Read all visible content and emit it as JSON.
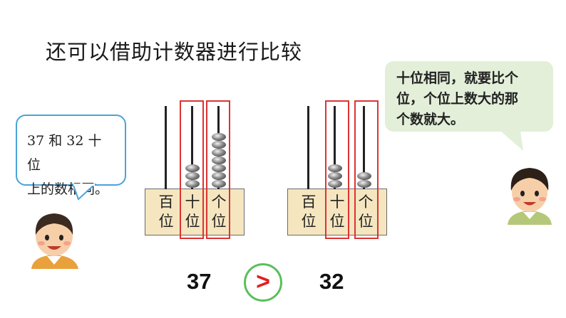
{
  "title": "还可以借助计数器进行比较",
  "bubble_left": {
    "line1": "37 和 32 十位",
    "line2": "上的数相同。"
  },
  "bubble_right": {
    "line1": "十位相同，就要比个",
    "line2": "位，个位上数大的那",
    "line3": "个数就大。"
  },
  "place_labels": {
    "hundreds_1": "百",
    "hundreds_2": "位",
    "tens_1": "十",
    "tens_2": "位",
    "ones_1": "个",
    "ones_2": "位"
  },
  "left_number": "37",
  "right_number": "32",
  "comparison": ">",
  "abacus_left": {
    "hundreds": 0,
    "tens": 3,
    "ones": 7
  },
  "abacus_right": {
    "hundreds": 0,
    "tens": 3,
    "ones": 2
  },
  "colors": {
    "highlight": "#dd3333",
    "bubble_border": "#4aa3d8",
    "bubble_fill": "#e3efd9",
    "comparison_circle": "#5bbf5b",
    "comparison_sign": "#e02020"
  }
}
